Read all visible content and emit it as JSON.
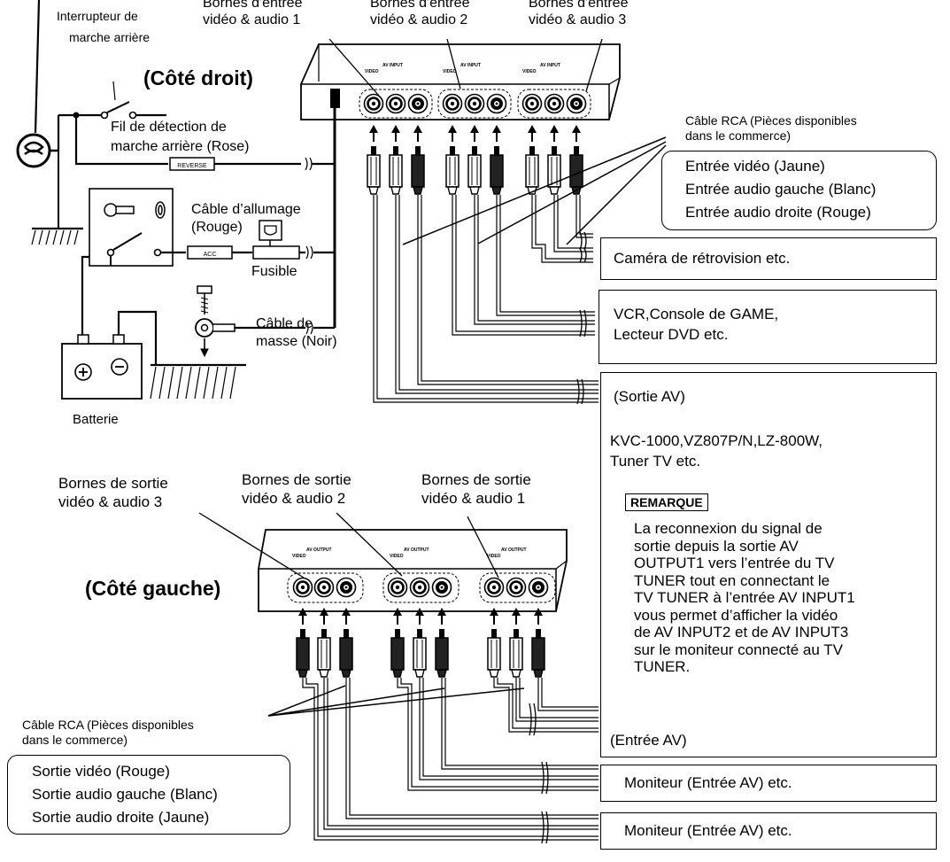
{
  "top": {
    "side_label": "(Côté droit)",
    "inputs": [
      {
        "line1": "Bornes d'entrée",
        "line2": "vidéo & audio 1"
      },
      {
        "line1": "Bornes d'entrée",
        "line2": "vidéo & audio 2"
      },
      {
        "line1": "Bornes d'entrée",
        "line2": "vidéo & audio 3"
      }
    ],
    "reverse_switch": {
      "line1": "Interrupteur de",
      "line2": "marche arrière"
    },
    "reverse_wire": {
      "line1": "Fil de détection de",
      "line2": "marche arrière (Rose)"
    },
    "reverse_tag": "REVERSE",
    "ignition": {
      "line1": "Câble d’allumage",
      "line2": "(Rouge)"
    },
    "acc_tag": "ACC",
    "fuse": "Fusible",
    "ground": {
      "line1": "Câble de",
      "line2": "masse (Noir)"
    },
    "battery": "Batterie",
    "rca": {
      "line1": "Câble RCA  (Pièces disponibles",
      "line2": "dans le commerce)"
    },
    "rca_colors": [
      "Entrée vidéo (Jaune)",
      "Entrée audio gauche (Blanc)",
      "Entrée audio droite (Rouge)"
    ],
    "device1": "Caméra de rétrovision etc.",
    "device2": {
      "line1": "VCR,Console de GAME,",
      "line2": "Lecteur DVD etc."
    },
    "device3": {
      "title": "(Sortie AV)",
      "line1": "KVC-1000,VZ807P/N,LZ-800W,",
      "line2": "Tuner TV etc."
    },
    "panel_label": "AV INPUT",
    "video_label": "VIDEO"
  },
  "remarque": {
    "label": "REMARQUE",
    "lines": [
      "La reconnexion du signal de",
      "sortie depuis la sortie AV",
      "OUTPUT1 vers l’entrée du TV",
      "TUNER  tout en connectant le",
      "TV TUNER  à l’entrée AV INPUT1",
      "vous permet d’afficher la vidéo",
      "de AV INPUT2 et de AV INPUT3",
      "sur le moniteur connecté au TV",
      "TUNER."
    ],
    "footer": "(Entrée AV)"
  },
  "bottom": {
    "side_label": "(Côté gauche)",
    "outputs": [
      {
        "line1": "Bornes de sortie",
        "line2": "vidéo & audio 3"
      },
      {
        "line1": "Bornes de sortie",
        "line2": "vidéo & audio 2"
      },
      {
        "line1": "Bornes de sortie",
        "line2": "vidéo & audio 1"
      }
    ],
    "rca": {
      "line1": "Câble RCA  (Pièces disponibles",
      "line2": "dans le commerce)"
    },
    "rca_colors": [
      "Sortie vidéo (Rouge)",
      "Sortie audio gauche (Blanc)",
      "Sortie audio droite (Jaune)"
    ],
    "monitor1": "Moniteur (Entrée AV) etc.",
    "monitor2": "Moniteur (Entrée AV) etc.",
    "panel_label": "AV OUTPUT",
    "video_label": "VIDEO"
  }
}
